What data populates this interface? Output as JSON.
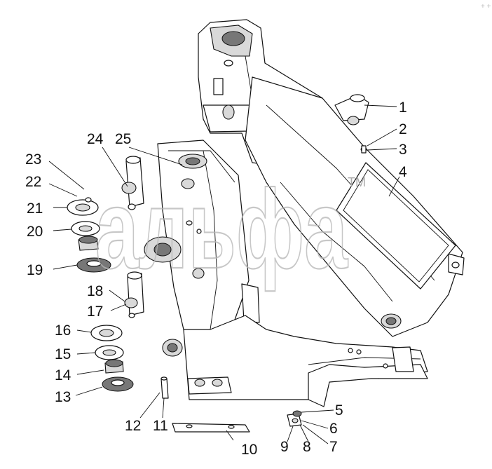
{
  "watermark": {
    "text": "альфа",
    "mark": "TM",
    "corner_mark": "+ +"
  },
  "callouts": [
    "1",
    "2",
    "3",
    "4",
    "5",
    "6",
    "7",
    "8",
    "9",
    "10",
    "11",
    "12",
    "13",
    "14",
    "15",
    "16",
    "17",
    "18",
    "19",
    "20",
    "21",
    "22",
    "23",
    "24",
    "25"
  ]
}
